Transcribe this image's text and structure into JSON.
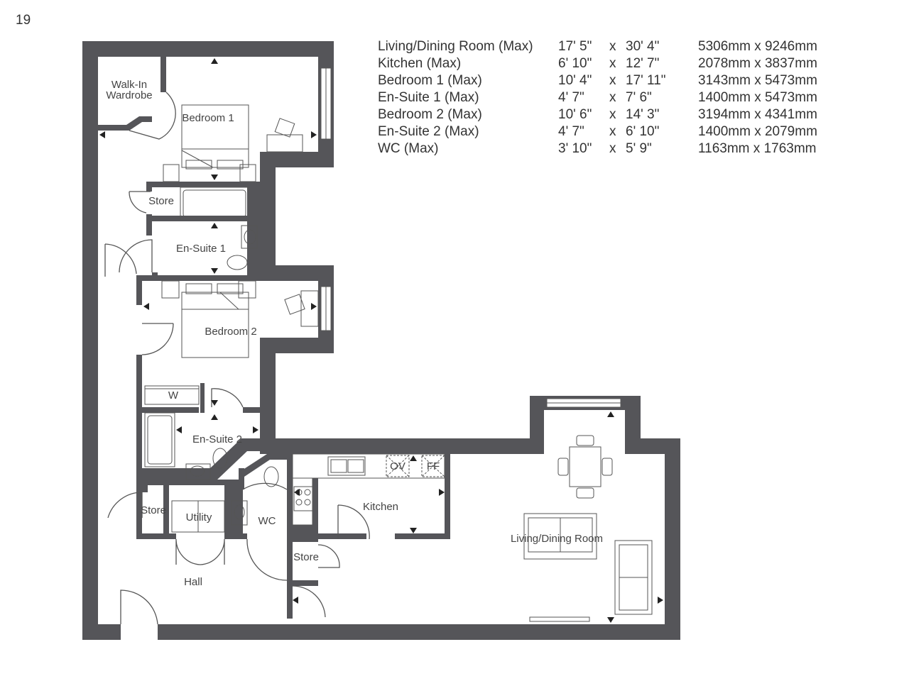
{
  "plot_number": "19",
  "schedule": [
    {
      "room": "Living/Dining Room (Max)",
      "imperial_w": "17' 5\"",
      "sep": "x",
      "imperial_l": "30' 4\"",
      "metric": "5306mm x 9246mm"
    },
    {
      "room": "Kitchen (Max)",
      "imperial_w": "6' 10\"",
      "sep": "x",
      "imperial_l": "12' 7\"",
      "metric": "2078mm x 3837mm"
    },
    {
      "room": "Bedroom 1 (Max)",
      "imperial_w": "10' 4\"",
      "sep": "x",
      "imperial_l": "17' 11\"",
      "metric": "3143mm x 5473mm"
    },
    {
      "room": "En-Suite 1 (Max)",
      "imperial_w": "4' 7\"",
      "sep": "x",
      "imperial_l": "7' 6\"",
      "metric": "1400mm x 5473mm"
    },
    {
      "room": "Bedroom 2 (Max)",
      "imperial_w": "10' 6\"",
      "sep": "x",
      "imperial_l": "14' 3\"",
      "metric": "3194mm x 4341mm"
    },
    {
      "room": "En-Suite 2 (Max)",
      "imperial_w": "4' 7\"",
      "sep": "x",
      "imperial_l": "6' 10\"",
      "metric": "1400mm x 2079mm"
    },
    {
      "room": "WC (Max)",
      "imperial_w": "3' 10\"",
      "sep": "x",
      "imperial_l": "5' 9\"",
      "metric": "1163mm x 1763mm"
    }
  ],
  "rooms": {
    "walk_in_wardrobe_1": "Walk-In",
    "walk_in_wardrobe_2": "Wardrobe",
    "bedroom_1": "Bedroom 1",
    "store_1": "Store",
    "en_suite_1": "En-Suite 1",
    "bedroom_2": "Bedroom 2",
    "wardrobe": "W",
    "en_suite_2": "En-Suite 2",
    "store_2": "Store",
    "utility": "Utility",
    "wc": "WC",
    "kitchen": "Kitchen",
    "store_3": "Store",
    "hall": "Hall",
    "living_dining": "Living/Dining Room",
    "oven": "OV",
    "fridge_freezer": "FF"
  },
  "colors": {
    "wall": "#555559",
    "line": "#555555",
    "text": "#333333"
  }
}
